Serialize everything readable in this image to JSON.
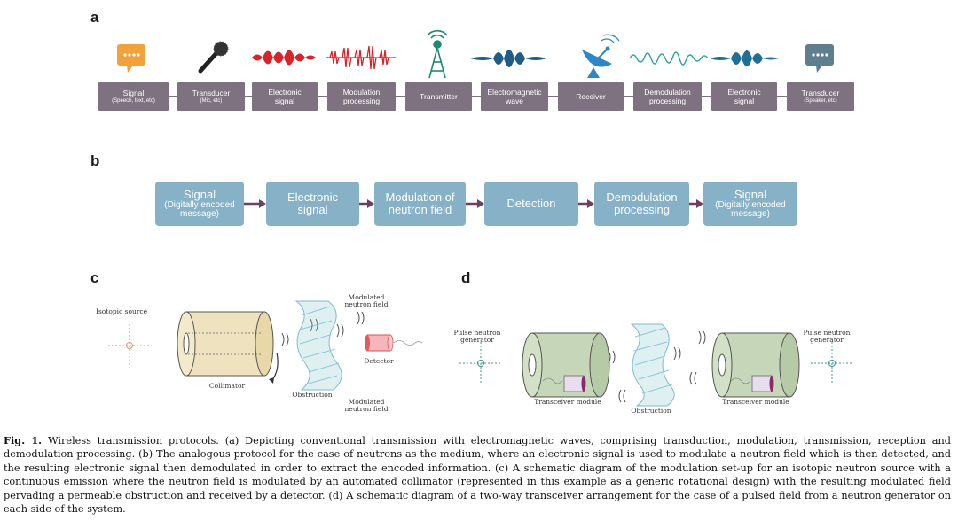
{
  "panels": {
    "a": "a",
    "b": "b",
    "c": "c",
    "d": "d"
  },
  "panel_a": {
    "boxes": [
      {
        "line1": "Signal",
        "line2": "(Speech, text, etc)"
      },
      {
        "line1": "Transducer",
        "line2": "(Mic, etc)"
      },
      {
        "line1": "Electronic",
        "line2": "signal"
      },
      {
        "line1": "Modulation",
        "line2": "processing"
      },
      {
        "line1": "Transmitter",
        "line2": ""
      },
      {
        "line1": "Electromagnetic",
        "line2": "wave"
      },
      {
        "line1": "Receiver",
        "line2": ""
      },
      {
        "line1": "Demodulation",
        "line2": "processing"
      },
      {
        "line1": "Electronic",
        "line2": "signal"
      },
      {
        "line1": "Transducer",
        "line2": "(Speaker, etc)"
      }
    ],
    "icons": [
      "speech-bubble-icon",
      "microphone-icon",
      "red-waveform-icon",
      "red-modulated-waveform-icon",
      "transmitter-tower-icon",
      "blue-waveform-icon",
      "satellite-dish-icon",
      "teal-waveform-icon",
      "blue-waveform-icon",
      "speech-bubble-icon"
    ],
    "box_color": "#7f7280",
    "bubble_color_left": "#f2a23a",
    "bubble_color_right": "#5f7f8f"
  },
  "panel_b": {
    "boxes": [
      {
        "line1": "Signal",
        "line2": "(Digitally encoded message)"
      },
      {
        "line1": "Electronic signal",
        "line2": ""
      },
      {
        "line1": "Modulation of neutron field",
        "line2": ""
      },
      {
        "line1": "Detection",
        "line2": ""
      },
      {
        "line1": "Demodulation processing",
        "line2": ""
      },
      {
        "line1": "Signal",
        "line2": "(Digitally encoded message)"
      }
    ],
    "box_color": "#86b1c7",
    "arrow_color": "#6d3f63"
  },
  "panel_c": {
    "isotopic_source": "Isotopic source",
    "collimator": "Collimator",
    "obstruction": "Obstruction",
    "modulated_top": "Modulated neutron field",
    "modulated_bottom": "Modulated neutron field",
    "detector": "Detector"
  },
  "panel_d": {
    "generator_left": "Pulse neutron generator",
    "generator_right": "Pulse neutron generator",
    "transceiver_left": "Transceiver module",
    "transceiver_right": "Transceiver module",
    "obstruction": "Obstruction"
  },
  "caption": {
    "label": "Fig. 1.",
    "text": " Wireless transmission protocols. (a) Depicting conventional transmission with electromagnetic waves, comprising transduction, modulation, transmission, reception and demodulation processing. (b) The analogous protocol for the case of neutrons as the medium, where an electronic signal is used to modulate a neutron field which is then detected, and the resulting electronic signal then demodulated in order to extract the encoded information. (c) A schematic diagram of the modulation set-up for an isotopic neutron source with a continuous emission where the neutron field is modulated by an automated collimator (represented in this example as a generic rotational design) with the resulting modulated field pervading a permeable obstruction and received by a detector. (d) A schematic diagram of a two-way transceiver arrangement for the case of a pulsed field from a neutron generator on each side of the system."
  }
}
